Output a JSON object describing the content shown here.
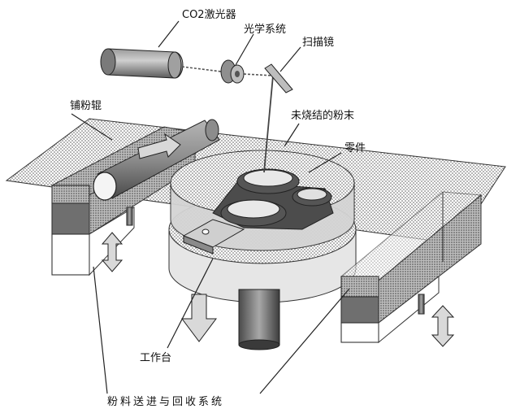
{
  "labels": {
    "co2_laser": "CO2激光器",
    "optical_system": "光学系统",
    "scanning_mirror": "扫描镜",
    "powder_roller": "铺粉辊",
    "unsintered_powder": "未烧结的粉末",
    "part": "零件",
    "work_table": "工作台",
    "powder_feed_recovery": "粉料送进与回收系统"
  },
  "colors": {
    "line": "#222222",
    "dotted_fill": "#cfcfcf",
    "dark_gray": "#555555",
    "mid_gray": "#8a8a8a",
    "light_gray": "#d9d9d9",
    "white": "#ffffff"
  }
}
